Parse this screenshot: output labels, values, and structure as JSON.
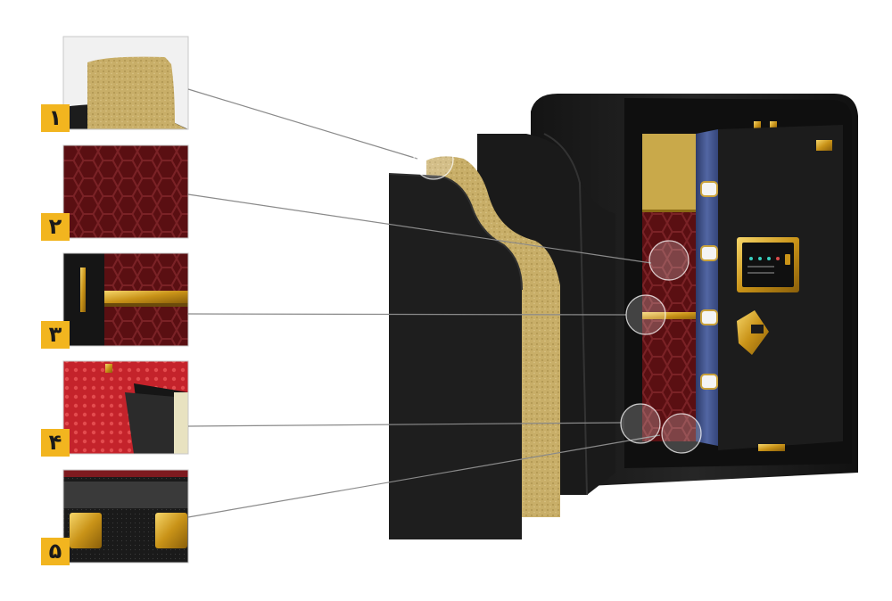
{
  "callouts": [
    {
      "number": "۱",
      "label": "insulation-foam"
    },
    {
      "number": "۲",
      "label": "carpet-lining"
    },
    {
      "number": "۳",
      "label": "inner-shelf"
    },
    {
      "number": "۴",
      "label": "inner-compartment"
    },
    {
      "number": "۵",
      "label": "locking-bolts"
    }
  ],
  "colors": {
    "badge": "#f2b51f",
    "safe_body": "#1b1b1b",
    "door_edge": "#3d4f86",
    "carpet": "#5a0f12",
    "foam": "#c9b06a",
    "gold": "#d6a520"
  }
}
